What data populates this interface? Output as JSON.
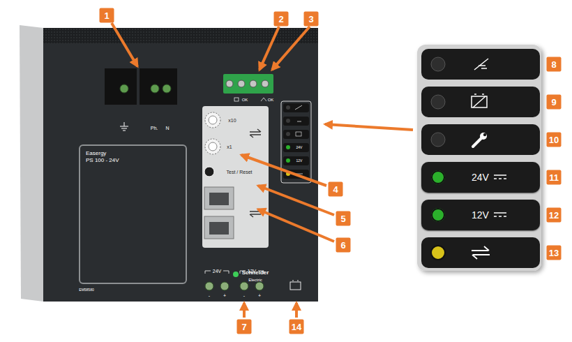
{
  "diagram": {
    "nodes": [
      {
        "text": [
          "Easergy",
          "PS 100 - 24V"
        ]
      },
      {
        "text": [
          "24V"
        ]
      },
      {
        "text": [
          "12V"
        ]
      }
    ],
    "labels": [
      "1",
      "2",
      "3",
      "4",
      "5",
      "6",
      "7",
      "14",
      "8",
      "9",
      "10",
      "11",
      "12",
      "13",
      "Ph.",
      "N",
      "OK",
      "OK",
      "x10",
      "x1",
      "Test / Reset",
      "Schneider",
      "Electric",
      "EM58580",
      "24V",
      "12V",
      "-",
      "+",
      "-",
      "+",
      "24V",
      "12V"
    ]
  }
}
